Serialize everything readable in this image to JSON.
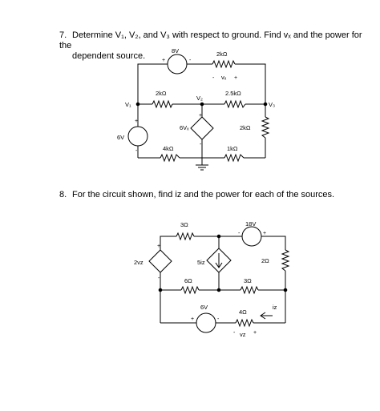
{
  "problem7": {
    "number": "7.",
    "line1": "Determine V₁, V₂, and V₃ with respect to ground.  Find vₓ and the power for the",
    "line2": "dependent source.",
    "labels": {
      "src_top": "8V",
      "r_top": "2kΩ",
      "vx": "vₓ",
      "r_left_mid": "2kΩ",
      "r_right_mid": "2.5kΩ",
      "v1": "V₁",
      "v2": "V₂",
      "v3": "V₃",
      "dep": "6Vₓ",
      "r_right": "2kΩ",
      "src_left": "6V",
      "r_bot_left": "4kΩ",
      "r_bot_right": "1kΩ"
    }
  },
  "problem8": {
    "number": "8.",
    "line1": "For the circuit shown, find iᴢ and the power for each of the sources.",
    "labels": {
      "r_top": "3Ω",
      "src_top": "18V",
      "dep_left": "2vᴢ",
      "dep_mid": "5iᴢ",
      "r_right": "2Ω",
      "r_mid_left": "6Ω",
      "r_mid_right": "3Ω",
      "src_bot": "6V",
      "r_bot": "4Ω",
      "iz": "iᴢ",
      "vz": "vᴢ"
    }
  },
  "signs": {
    "plus": "+",
    "minus": "-"
  }
}
